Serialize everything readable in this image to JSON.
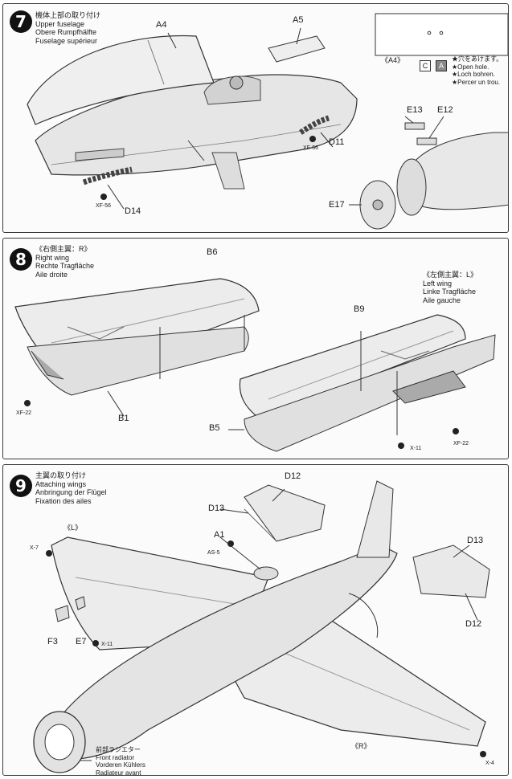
{
  "step7": {
    "number": "7",
    "title": [
      "機体上部の取り付け",
      "Upper fuselage",
      "Obere Rumpfhälfte",
      "Fuselage supérieur"
    ],
    "parts": {
      "a4": "A4",
      "a5": "A5",
      "d11": "D11",
      "d14": "D14",
      "e13": "E13",
      "e12": "E12",
      "e17": "E17"
    },
    "paints": {
      "xf56_left": "XF-56",
      "xf56_right": "XF-56"
    },
    "inset": {
      "caption": "《A4》",
      "tag_c": "C",
      "tag_a": "A",
      "note": [
        "★穴をあけます。",
        "★Open hole.",
        "★Loch bohren.",
        "★Percer un trou."
      ]
    }
  },
  "step8": {
    "number": "8",
    "right_wing": [
      "《右側主翼：R》",
      "Right wing",
      "Rechte Tragfläche",
      "Aile droite"
    ],
    "left_wing": [
      "《左側主翼：L》",
      "Left wing",
      "Linke Tragfläche",
      "Aile gauche"
    ],
    "parts": {
      "b6": "B6",
      "b1": "B1",
      "b9": "B9",
      "b5": "B5"
    },
    "paints": {
      "xf22_left": "XF-22",
      "xf22_right": "XF-22",
      "x11": "X-11"
    }
  },
  "step9": {
    "number": "9",
    "title": [
      "主翼の取り付け",
      "Attaching wings",
      "Anbringung der Flügel",
      "Fixation des ailes"
    ],
    "parts": {
      "d12_top": "D12",
      "d13_top": "D13",
      "a1": "A1",
      "d13_right": "D13",
      "d12_right": "D12",
      "f3": "F3",
      "e7": "E7"
    },
    "paints": {
      "as5": "AS-5",
      "x7": "X-7",
      "x11": "X-11",
      "x4": "X-4"
    },
    "marks": {
      "left": "《L》",
      "right": "《R》"
    },
    "radiator": [
      "前部ラジエター",
      "Front radiator",
      "Vorderen Kühlers",
      "Radiateur avant"
    ]
  }
}
